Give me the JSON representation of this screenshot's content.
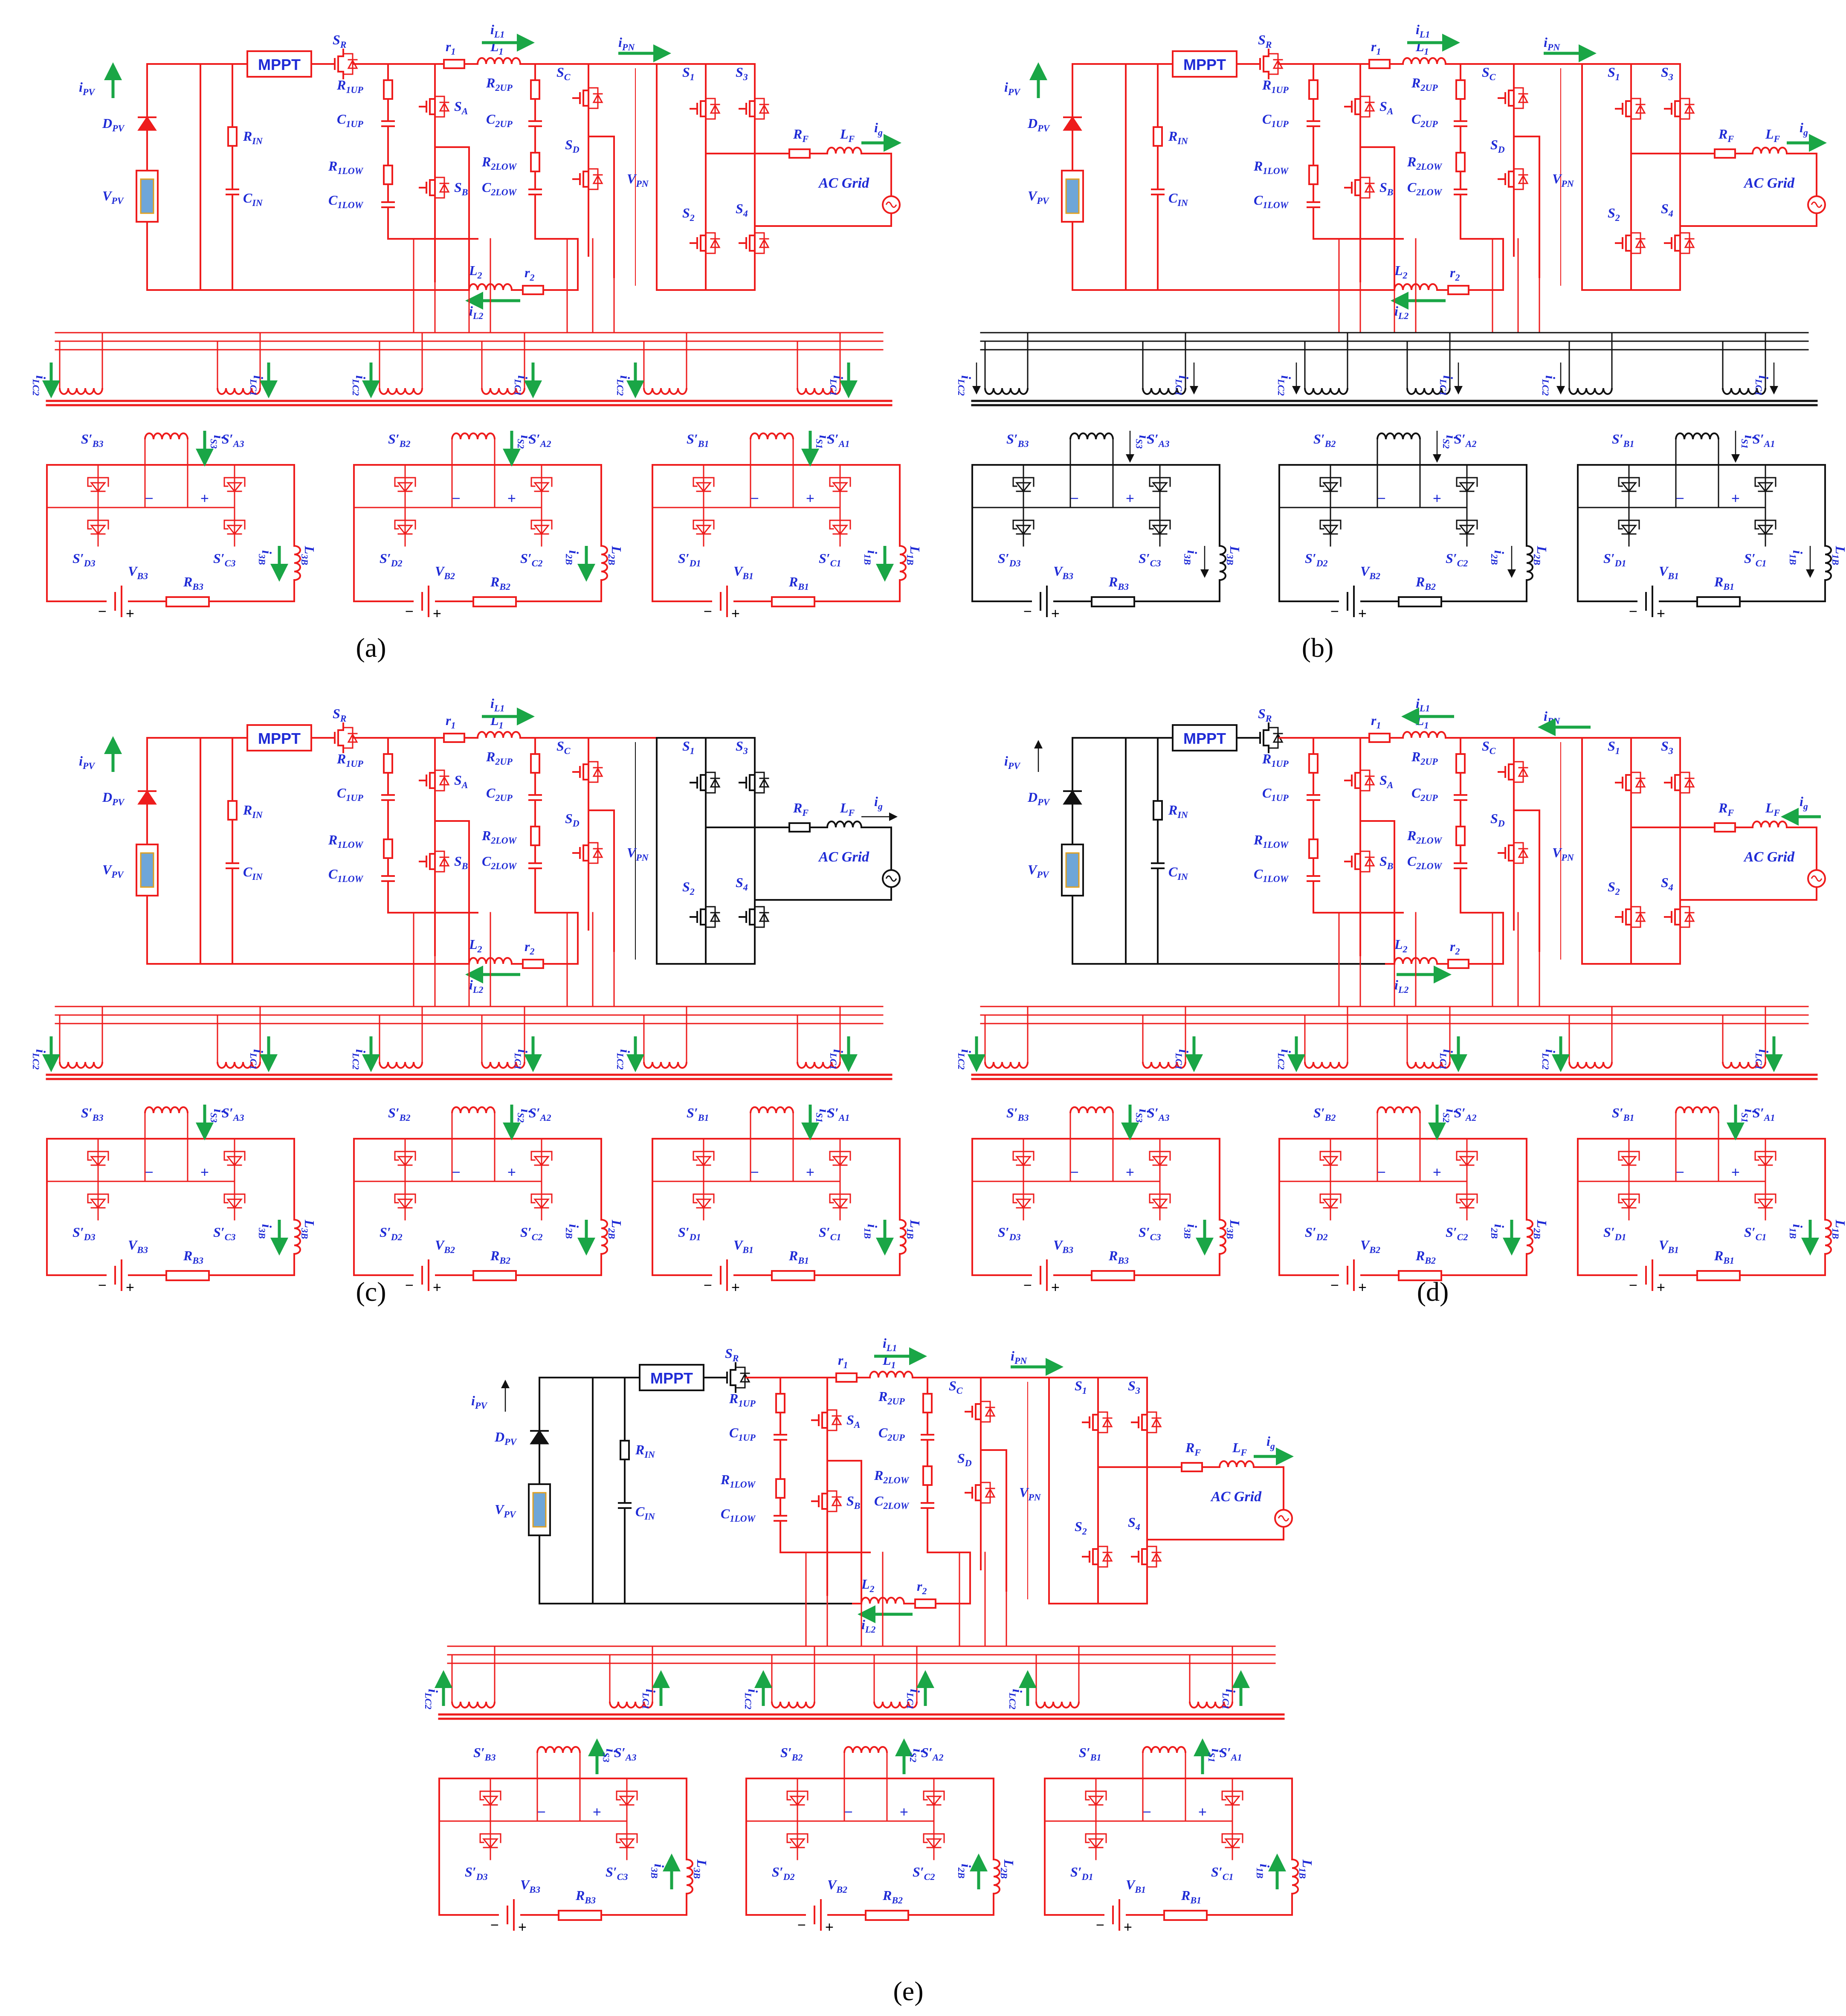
{
  "colors": {
    "active": "#ee1c1c",
    "inactive": "#111111",
    "label": "#1f2bd6",
    "arrow": "#1aa646"
  },
  "panels": [
    {
      "caption": "(a)",
      "pv": "active",
      "upper": "active",
      "bridge": "active",
      "arrows": "down",
      "il1": "right",
      "il2": "left",
      "ipn": "right",
      "ig": "right",
      "pvArrow": "green"
    },
    {
      "caption": "(b)",
      "pv": "active",
      "upper": "active",
      "bridge": "active",
      "bottom": "inactive",
      "arrows": "thin",
      "il1": "right",
      "il2": "left",
      "ipn": "right",
      "ig": "right",
      "pvArrow": "green"
    },
    {
      "caption": "(c)",
      "pv": "active",
      "upper": "active",
      "bridge": "inactive",
      "arrows": "down",
      "il1": "right",
      "il2": "left",
      "ipn": "none",
      "ig": "thin",
      "pvArrow": "green"
    },
    {
      "caption": "(d)",
      "pv": "inactive",
      "upper": "active",
      "bridge": "active",
      "arrows": "down",
      "il1": "left",
      "il2": "right",
      "ipn": "left",
      "ig": "left",
      "pvArrow": "thin"
    },
    {
      "caption": "(e)",
      "pv": "inactive",
      "upper": "active",
      "bridge": "active",
      "arrows": "up",
      "il1": "right",
      "il2": "left",
      "ipn": "right",
      "ig": "right",
      "pvArrow": "thin"
    }
  ],
  "labels": {
    "mppt": "MPPT",
    "sr": "S",
    "sr_sub": "R",
    "ipv": "i",
    "ipv_sub": "PV",
    "dpv": "D",
    "dpv_sub": "PV",
    "vpv": "V",
    "vpv_sub": "PV",
    "rin": "R",
    "rin_sub": "IN",
    "cin": "C",
    "cin_sub": "IN",
    "r1": "r",
    "r1_sub": "1",
    "il1": "i",
    "il1_sub": "L1",
    "l1": "L",
    "l1_sub": "1",
    "r1up": "R",
    "r1up_sub": "1UP",
    "c1up": "C",
    "c1up_sub": "1UP",
    "r1low": "R",
    "r1low_sub": "1LOW",
    "c1low": "C",
    "c1low_sub": "1LOW",
    "sa": "S",
    "sa_sub": "A",
    "sb": "S",
    "sb_sub": "B",
    "r2up": "R",
    "r2up_sub": "2UP",
    "c2up": "C",
    "c2up_sub": "2UP",
    "r2low": "R",
    "r2low_sub": "2LOW",
    "c2low": "C",
    "c2low_sub": "2LOW",
    "sc": "S",
    "sc_sub": "C",
    "sd": "S",
    "sd_sub": "D",
    "ipn": "i",
    "ipn_sub": "PN",
    "vpn": "V",
    "vpn_sub": "PN",
    "s1": "S",
    "s1_sub": "1",
    "s2": "S",
    "s2_sub": "2",
    "s3": "S",
    "s3_sub": "3",
    "s4": "S",
    "s4_sub": "4",
    "rf": "R",
    "rf_sub": "F",
    "lf": "L",
    "lf_sub": "F",
    "ig": "i",
    "ig_sub": "g",
    "acgrid": "AC Grid",
    "l2": "L",
    "l2_sub": "2",
    "r2": "r",
    "r2_sub": "2",
    "il2": "i",
    "il2_sub": "L2",
    "coupled": [
      "i",
      "i",
      "i",
      "i",
      "i",
      "i"
    ],
    "coupled_sub": [
      "LC2",
      "LC1",
      "LC2",
      "LC1",
      "LC2",
      "LC1"
    ],
    "cells": [
      {
        "sa": "S",
        "sa_sub": "A3",
        "sb": "S",
        "sb_sub": "B3",
        "sc": "S",
        "sc_sub": "C3",
        "sd": "S",
        "sd_sub": "D3",
        "is": "i",
        "is_sub": "S3",
        "lb": "L",
        "lb_sub": "3B",
        "ib": "i",
        "ib_sub": "3B",
        "vb": "V",
        "vb_sub": "B3",
        "rb": "R",
        "rb_sub": "B3"
      },
      {
        "sa": "S",
        "sa_sub": "A2",
        "sb": "S",
        "sb_sub": "B2",
        "sc": "S",
        "sc_sub": "C2",
        "sd": "S",
        "sd_sub": "D2",
        "is": "i",
        "is_sub": "S2",
        "lb": "L",
        "lb_sub": "2B",
        "ib": "i",
        "ib_sub": "2B",
        "vb": "V",
        "vb_sub": "B2",
        "rb": "R",
        "rb_sub": "B2"
      },
      {
        "sa": "S",
        "sa_sub": "A1",
        "sb": "S",
        "sb_sub": "B1",
        "sc": "S",
        "sc_sub": "C1",
        "sd": "S",
        "sd_sub": "D1",
        "is": "i",
        "is_sub": "S1",
        "lb": "L",
        "lb_sub": "1B",
        "ib": "i",
        "ib_sub": "1B",
        "vb": "V",
        "vb_sub": "B1",
        "rb": "R",
        "rb_sub": "B1"
      }
    ],
    "minus": "−",
    "plus": "+"
  }
}
